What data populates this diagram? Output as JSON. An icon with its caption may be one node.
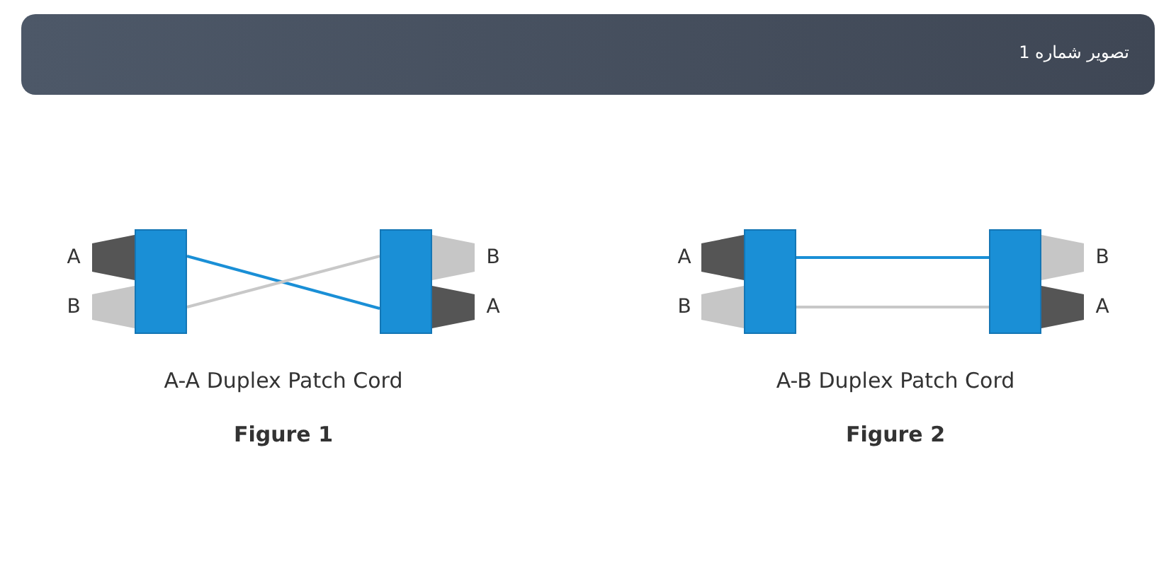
{
  "diagram": {
    "title": "تصویر شماره 1",
    "nodes": [
      {
        "text": [],
        "shape": "box"
      },
      {
        "text": [],
        "shape": "box"
      },
      {
        "text": [],
        "shape": "box"
      },
      {
        "text": [],
        "shape": "box"
      }
    ],
    "edges": [
      {
        "from": 0,
        "to": 1,
        "arrow": "none",
        "color": "#1a8fd6"
      },
      {
        "from": 0,
        "to": 1,
        "arrow": "none",
        "color": "#c8c8c8"
      },
      {
        "from": 2,
        "to": 3,
        "arrow": "none",
        "color": "#1a8fd6"
      },
      {
        "from": 2,
        "to": 3,
        "arrow": "none",
        "color": "#c8c8c8"
      }
    ],
    "labels": [
      "A",
      "B",
      "B",
      "A",
      "A",
      "B",
      "B",
      "A",
      "A-A Duplex Patch Cord",
      "A-B Duplex Patch Cord",
      "Figure 1",
      "Figure 2"
    ]
  }
}
